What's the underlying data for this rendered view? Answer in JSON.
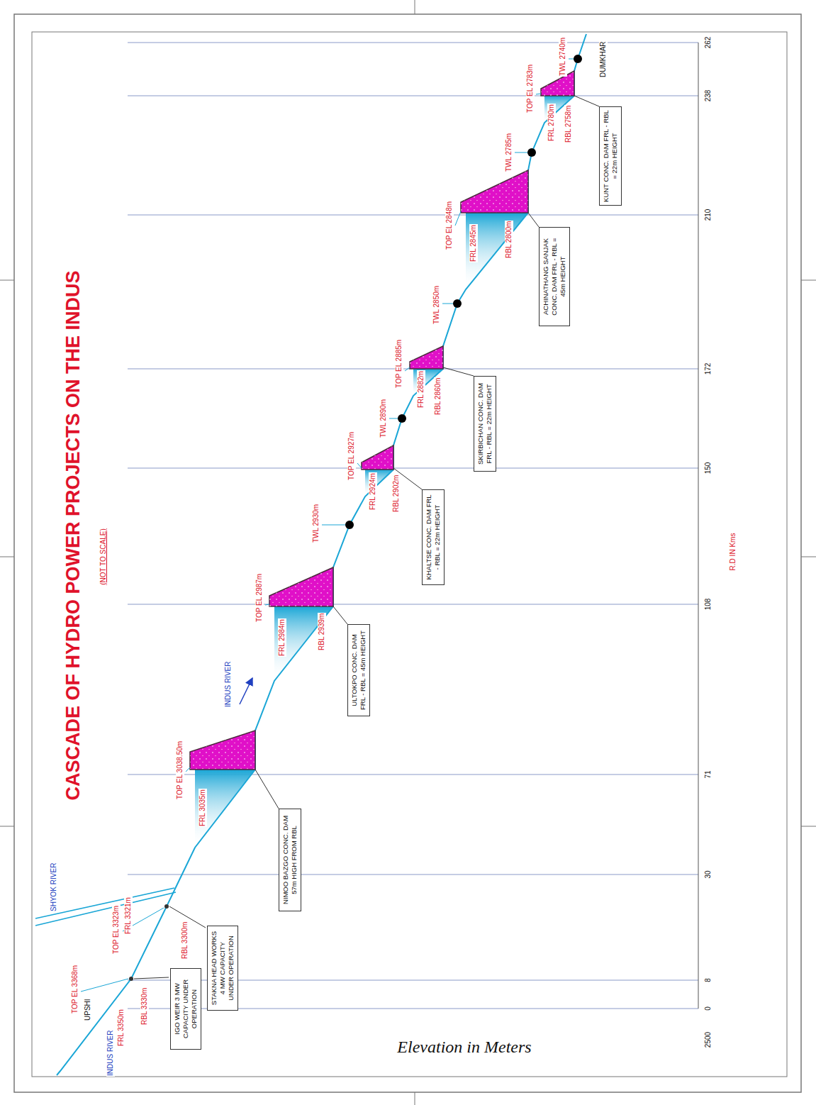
{
  "diagram": {
    "title": "CASCADE OF HYDRO POWER PROJECTS ON THE INDUS",
    "nodes": [
      {
        "text": [
          "IGO WEIR 3 MW CAPACITY UNDER OPERATION"
        ]
      },
      {
        "text": [
          "STAKNA HEAD WORKS 4 MW CAPACITY UNDER OPERATION"
        ]
      },
      {
        "text": [
          "NIMOO BAZGO CONC. DAM 57m HIGH FROM RBL"
        ]
      },
      {
        "text": [
          "ULTOKPO CONC. DAM FRL - RBL = 45m HEIGHT"
        ]
      },
      {
        "text": [
          "KHALTSE CONC. DAM FRL - RBL = 22m HEIGHT"
        ]
      },
      {
        "text": [
          "SKIRBICHAN CONC. DAM FRL - RBL = 22m HEIGHT"
        ]
      },
      {
        "text": [
          "ACHINATHANG SANJAK CONC. DAM FRL - RBL = 45m HEIGHT"
        ]
      },
      {
        "text": [
          "KUNT CONC. DAM FRL - RBL = 22m HEIGHT"
        ]
      }
    ],
    "labels": [
      "INDUS RIVER",
      "UPSHI",
      "FRL 3350m",
      "RBL 3330m",
      "TOP EL 3368m",
      "TOP EL 3323m",
      "FRL 3321m",
      "RBL 3300m",
      "SHYOK RIVER",
      "TOP EL 3038.50m",
      "FRL 3035m",
      "INDUS RIVER",
      "TOP EL 2987m",
      "FRL 2984m",
      "RBL 2939m",
      "TWL 2930m",
      "TOP EL 2927m",
      "FRL 2924m",
      "RBL 2902m",
      "TWL 2890m",
      "TOP EL 2885m",
      "FRL 2882m",
      "RBL 2860m",
      "TWL 2850m",
      "TOP EL 2848m",
      "FRL 2845m",
      "RBL 2800m",
      "TWL 2785m",
      "TOP EL 2783m",
      "FRL 2780m",
      "RBL 2758m",
      "TWL 2740m",
      "DUMKHAR",
      "0",
      "8",
      "30",
      "71",
      "108",
      "150",
      "172",
      "210",
      "238",
      "262",
      "2500",
      "R.D IN Kms",
      "(NOT TO SCALE)",
      "Elevation in Meters"
    ]
  }
}
